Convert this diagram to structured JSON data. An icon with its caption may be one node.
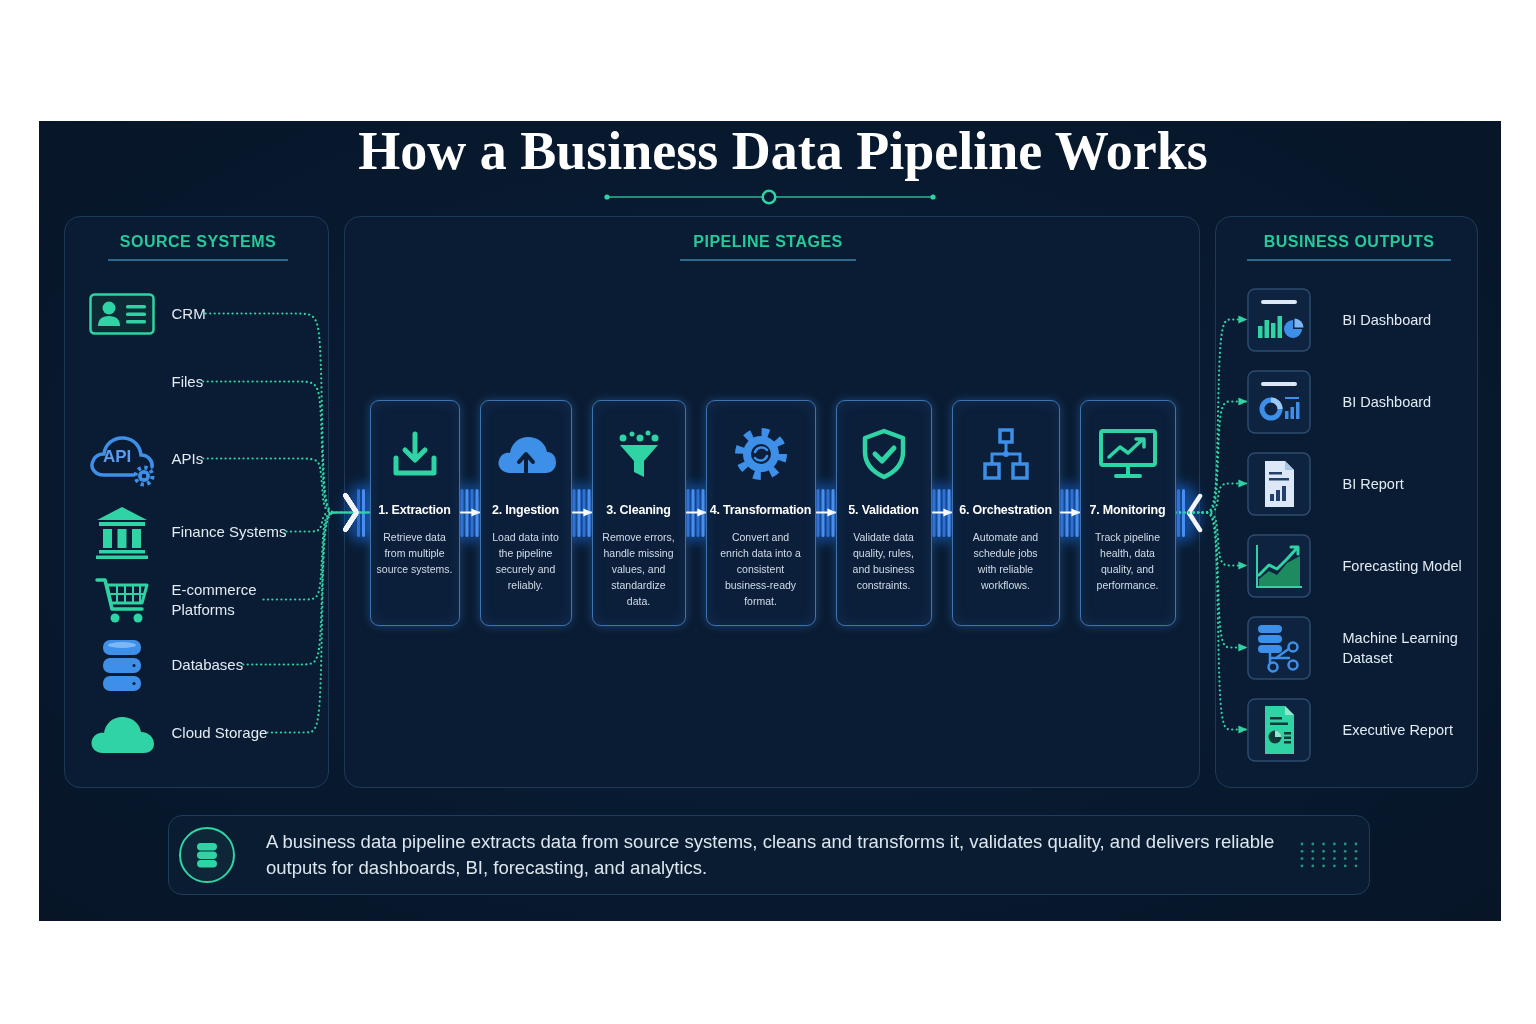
{
  "diagram": {
    "title": "How a Business Data Pipeline Works",
    "nodes": [
      {
        "text": [
          "SOURCE SYSTEMS"
        ]
      },
      {
        "text": [
          "CRM"
        ],
        "in": 0
      },
      {
        "text": [
          "Files"
        ],
        "in": 0
      },
      {
        "text": [
          "APIs"
        ],
        "in": 0
      },
      {
        "text": [
          "Finance Systems"
        ],
        "in": 0
      },
      {
        "text": [
          "E-commerce Platforms"
        ],
        "in": 0
      },
      {
        "text": [
          "Databases"
        ],
        "in": 0
      },
      {
        "text": [
          "Cloud Storage"
        ],
        "in": 0
      },
      {
        "text": [
          "PIPELINE STAGES"
        ]
      },
      {
        "text": [
          "1. Extraction",
          "Retrieve data from multiple source systems."
        ],
        "in": 8
      },
      {
        "text": [
          "2. Ingestion",
          "Load data into the pipeline securely and reliably."
        ],
        "in": 8
      },
      {
        "text": [
          "3. Cleaning",
          "Remove errors, handle missing values, and standardize data."
        ],
        "in": 8
      },
      {
        "text": [
          "4. Transformation",
          "Convert and enrich data into a consistent business-ready format."
        ],
        "in": 8
      },
      {
        "text": [
          "5. Validation",
          "Validate data quality, rules, and business constraints."
        ],
        "in": 8
      },
      {
        "text": [
          "6. Orchestration",
          "Automate and schedule jobs with reliable workflows."
        ],
        "in": 8
      },
      {
        "text": [
          "7. Monitoring",
          "Track pipeline health, data quality, and performance."
        ],
        "in": 8
      },
      {
        "text": [
          "BUSINESS OUTPUTS"
        ]
      },
      {
        "text": [
          "BI Dashboard"
        ],
        "in": 16
      },
      {
        "text": [
          "BI Dashboard"
        ],
        "in": 16
      },
      {
        "text": [
          "BI Report"
        ],
        "in": 16
      },
      {
        "text": [
          "Forecasting Model"
        ],
        "in": 16
      },
      {
        "text": [
          "Machine Learning Dataset"
        ],
        "in": 16
      },
      {
        "text": [
          "Executive Report"
        ],
        "in": 16
      },
      {
        "text": [
          "A business data pipeline extracts data from source systems, cleans and transforms it, validates quality, and delivers reliable outputs for dashboards, BI, forecasting, and analytics."
        ]
      }
    ],
    "edges": [
      {
        "from": 1,
        "to": 9,
        "arrow": "to",
        "style": "dashed"
      },
      {
        "from": 2,
        "to": 9,
        "arrow": "to",
        "style": "dashed"
      },
      {
        "from": 3,
        "to": 9,
        "arrow": "to",
        "style": "dashed"
      },
      {
        "from": 4,
        "to": 9,
        "arrow": "to",
        "style": "dashed"
      },
      {
        "from": 5,
        "to": 9,
        "arrow": "to",
        "style": "dashed"
      },
      {
        "from": 6,
        "to": 9,
        "arrow": "to",
        "style": "dashed"
      },
      {
        "from": 7,
        "to": 9,
        "arrow": "to",
        "style": "dashed"
      },
      {
        "from": 9,
        "to": 10,
        "arrow": "to",
        "color": "#ffffff"
      },
      {
        "from": 10,
        "to": 11,
        "arrow": "to",
        "color": "#ffffff"
      },
      {
        "from": 11,
        "to": 12,
        "arrow": "to",
        "color": "#ffffff"
      },
      {
        "from": 12,
        "to": 13,
        "arrow": "to",
        "color": "#ffffff"
      },
      {
        "from": 13,
        "to": 14,
        "arrow": "to",
        "color": "#ffffff"
      },
      {
        "from": 14,
        "to": 15,
        "arrow": "to",
        "color": "#ffffff"
      },
      {
        "from": 15,
        "to": 17,
        "arrow": "to",
        "style": "dashed"
      },
      {
        "from": 15,
        "to": 18,
        "arrow": "to",
        "style": "dashed"
      },
      {
        "from": 15,
        "to": 19,
        "arrow": "to",
        "style": "dashed"
      },
      {
        "from": 15,
        "to": 20,
        "arrow": "to",
        "style": "dashed"
      },
      {
        "from": 15,
        "to": 21,
        "arrow": "to",
        "style": "dashed"
      },
      {
        "from": 15,
        "to": 22,
        "arrow": "to",
        "style": "dashed"
      }
    ],
    "labels": [
      "API"
    ]
  }
}
